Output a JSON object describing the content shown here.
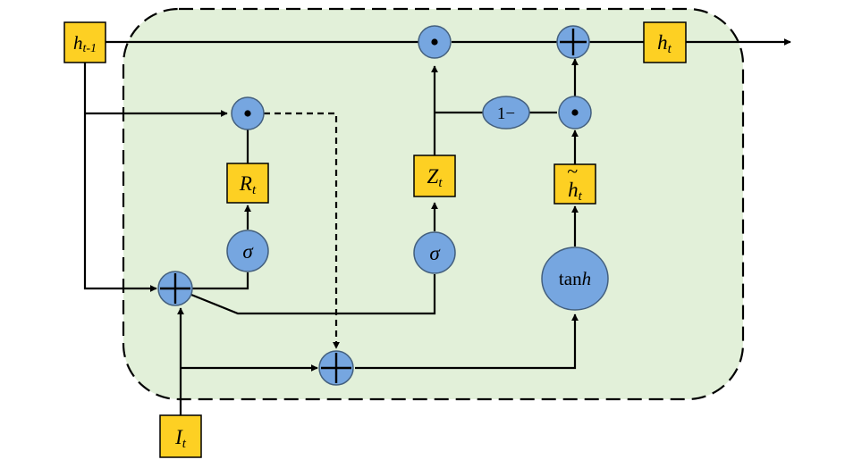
{
  "diagram": {
    "colors": {
      "region_fill": "#e2f0d9",
      "gate_box": "#fdd023",
      "op_node": "#76a6e0",
      "line": "#000000"
    },
    "boxes": {
      "h_prev": {
        "main": "h",
        "sub": "t-1"
      },
      "h_out": {
        "main": "h",
        "sub": "t"
      },
      "reset": {
        "main": "R",
        "sub": "t"
      },
      "update": {
        "main": "Z",
        "sub": "t"
      },
      "h_cand": {
        "main": "h",
        "sub": "t",
        "accent": "~"
      },
      "input": {
        "main": "I",
        "sub": "t"
      }
    },
    "nodes": {
      "sigma_reset": "σ",
      "sigma_update": "σ",
      "tanh_pre": "tan",
      "tanh_var": "h",
      "one_minus": "1−"
    },
    "icons": {
      "multiply": "odot-icon",
      "add": "oplus-icon"
    }
  }
}
